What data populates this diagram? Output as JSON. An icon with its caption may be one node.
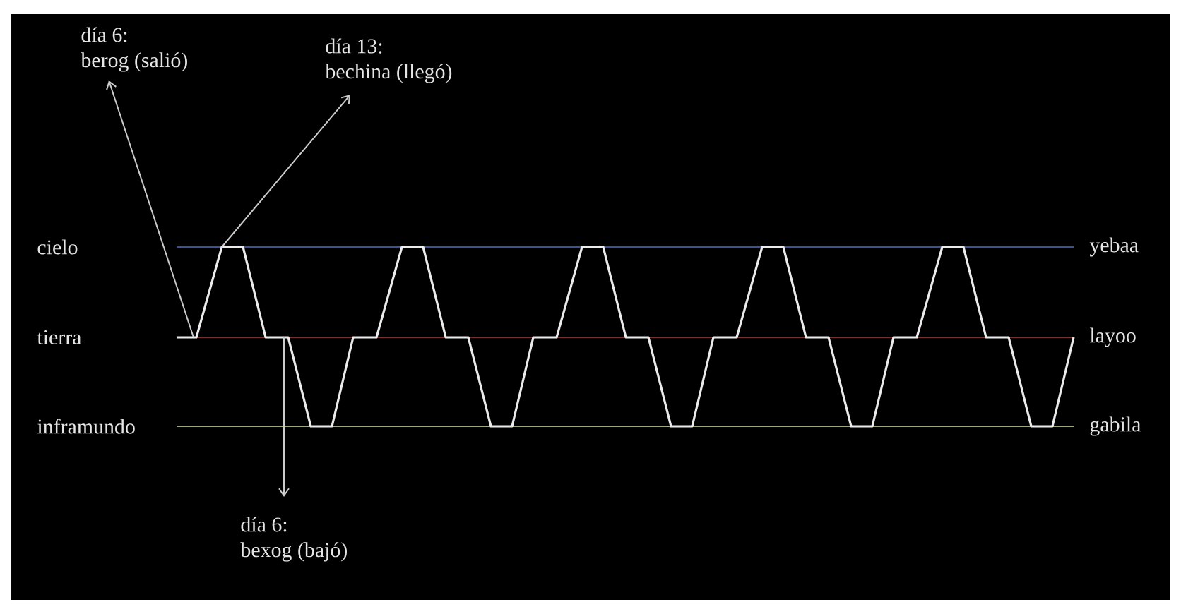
{
  "diagram": {
    "nodes": [
      {
        "text": [
          "día 6:",
          "berog (salió)"
        ]
      },
      {
        "text": [
          "día 13:",
          "bechina (llegó)"
        ]
      },
      {
        "text": [
          "día 6:",
          "bexog (bajó)"
        ]
      }
    ],
    "edges": [
      {
        "from": null,
        "to": 0,
        "arrow": "to"
      },
      {
        "from": null,
        "to": 1,
        "arrow": "to"
      },
      {
        "from": null,
        "to": 2,
        "arrow": "to"
      }
    ],
    "labels": [
      "cielo",
      "tierra",
      "inframundo",
      "yebaa",
      "layoo",
      "gabila"
    ]
  }
}
